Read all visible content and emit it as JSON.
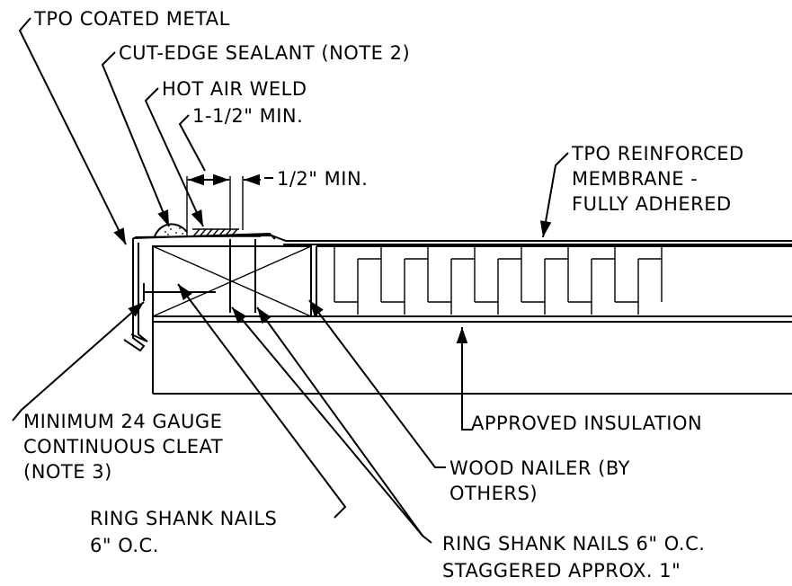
{
  "labels": {
    "tpo_coated_metal": "TPO COATED METAL",
    "cut_edge_sealant": "CUT-EDGE SEALANT (NOTE 2)",
    "hot_air_weld": "HOT AIR WELD",
    "min_1_5": "1-1/2\" MIN.",
    "min_0_5": "1/2\" MIN.",
    "tpo_membrane_line1": "TPO REINFORCED",
    "tpo_membrane_line2": "MEMBRANE -",
    "tpo_membrane_line3": "FULLY ADHERED",
    "cleat_line1": "MINIMUM 24 GAUGE",
    "cleat_line2": "CONTINUOUS CLEAT",
    "cleat_line3": "(NOTE 3)",
    "approved_insulation": "APPROVED INSULATION",
    "wood_nailer_line1": "WOOD NAILER (BY",
    "wood_nailer_line2": "OTHERS)",
    "ring_nails_left_line1": "RING SHANK NAILS",
    "ring_nails_left_line2": "6\" O.C.",
    "ring_nails_right_line1": "RING SHANK NAILS 6\" O.C.",
    "ring_nails_right_line2": "STAGGERED APPROX. 1\""
  }
}
